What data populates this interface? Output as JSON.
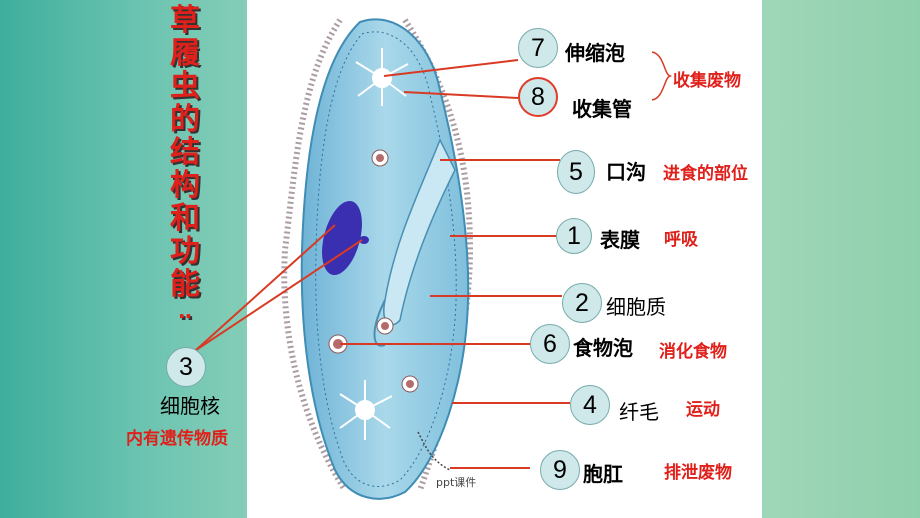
{
  "title": [
    "草",
    "履",
    "虫",
    "的",
    "结",
    "构",
    "和",
    "功",
    "能"
  ],
  "title_dots": "‥",
  "parts": [
    {
      "num": "7",
      "label": "伸缩泡"
    },
    {
      "num": "8",
      "label": "收集管"
    },
    {
      "num": "5",
      "label": "口沟",
      "function": "进食的部位"
    },
    {
      "num": "1",
      "label": "表膜",
      "function": "呼吸"
    },
    {
      "num": "2",
      "label": "细胞质"
    },
    {
      "num": "6",
      "label": "食物泡",
      "function": "消化食物"
    },
    {
      "num": "4",
      "label": "纤毛",
      "function": "运动"
    },
    {
      "num": "9",
      "label": "胞肛",
      "function": "排泄废物"
    },
    {
      "num": "3",
      "label": "细胞核",
      "function": "内有遗传物质"
    }
  ],
  "group_function": "收集废物",
  "caption": "ppt课件",
  "colors": {
    "accent": "#e0201a",
    "cell": "#9fd0e6",
    "nucleus": "#3a2fb0"
  }
}
